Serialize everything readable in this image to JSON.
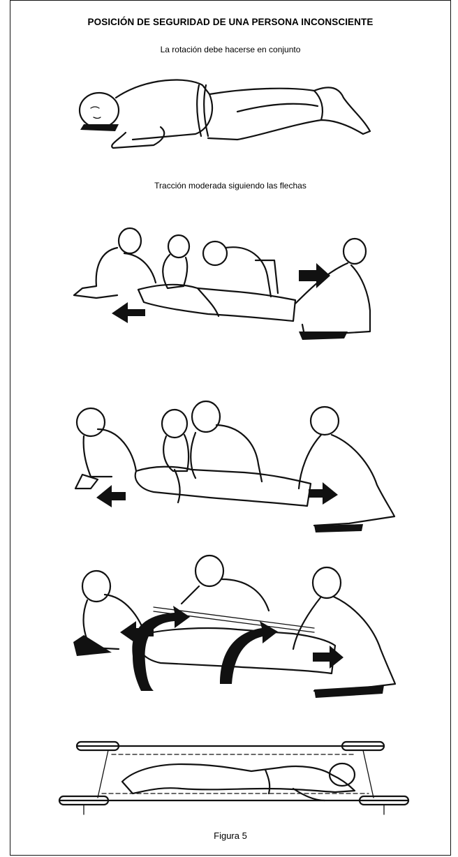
{
  "document": {
    "title": "POSICIÓN DE SEGURIDAD DE UNA PERSONA INCONSCIENTE",
    "captions": [
      "La rotación debe hacerse en conjunto",
      "Tracción moderada siguiendo las flechas"
    ],
    "figure_label": "Figura 5"
  },
  "illustrations": [
    {
      "id": "scene-1",
      "description_icon": "person-lying-prone-icon"
    },
    {
      "id": "scene-2",
      "description_icon": "four-rescuers-traction-icon"
    },
    {
      "id": "scene-3",
      "description_icon": "four-rescuers-lifting-icon"
    },
    {
      "id": "scene-4",
      "description_icon": "three-rescuers-rotation-icon"
    },
    {
      "id": "scene-5",
      "description_icon": "person-on-stretcher-icon"
    }
  ],
  "colors": {
    "ink": "#111111",
    "paper": "#ffffff",
    "border": "#111111"
  }
}
